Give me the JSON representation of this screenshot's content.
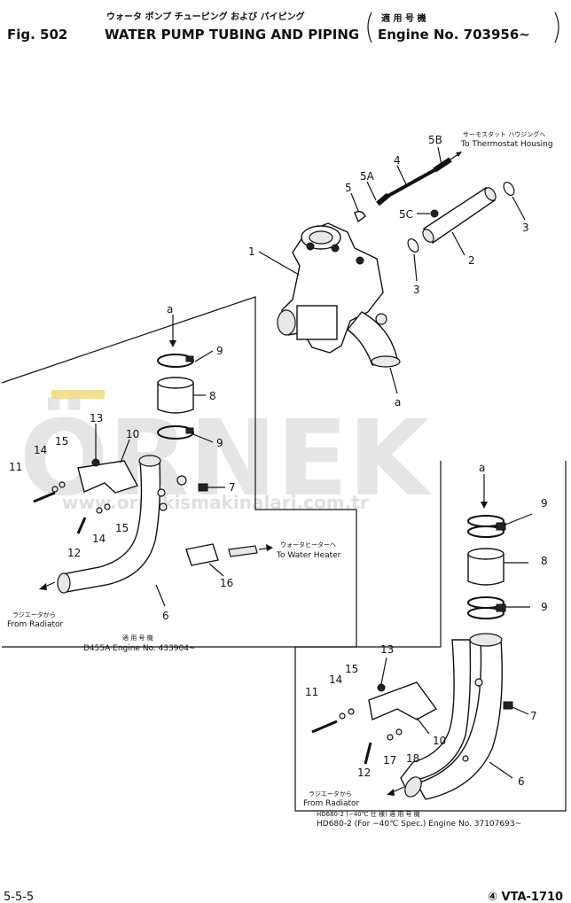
{
  "header": {
    "jp_title": "ウォータ ポンプ チューピング および パイピング",
    "fig_no": "Fig. 502",
    "title": "WATER PUMP TUBING AND PIPING",
    "applicable_jp": "適 用 号 機",
    "engine_label": "Engine No. 703956~"
  },
  "watermark": {
    "text": "ÖRNEK",
    "url": "www.ornekismakinalari.com.tr"
  },
  "top_assembly": {
    "thermostat_jp": "サーモスタット ハウジングへ",
    "thermostat": "To Thermostat Housing",
    "labels": {
      "p1": "1",
      "p2": "2",
      "p3a": "3",
      "p3b": "3",
      "p4": "4",
      "p5": "5",
      "p5a": "5A",
      "p5b": "5B",
      "p5c": "5C",
      "a": "a"
    }
  },
  "left_assembly": {
    "heater_jp": "ウォータヒーターへ",
    "heater": "To Water Heater",
    "radiator_jp": "ラジエータから",
    "radiator": "From Radiator",
    "applicable_jp": "適 用 号 機",
    "engine": "D455A   Engine No. 433904~",
    "labels": {
      "a": "a",
      "p6": "6",
      "p7": "7",
      "p8": "8",
      "p9a": "9",
      "p9b": "9",
      "p10": "10",
      "p11": "11",
      "p12": "12",
      "p13": "13",
      "p14a": "14",
      "p14b": "14",
      "p15a": "15",
      "p15b": "15",
      "p16": "16"
    }
  },
  "right_assembly": {
    "radiator_jp": "ラジエータから",
    "radiator": "From Radiator",
    "spec_jp": "HD680-2   (−40℃ 仕 様)      適 用 号 機",
    "engine": "HD680-2 (For −40℃ Spec.) Engine No. 37107693~",
    "labels": {
      "a": "a",
      "p6": "6",
      "p7": "7",
      "p8": "8",
      "p9a": "9",
      "p9b": "9",
      "p10": "10",
      "p11": "11",
      "p12": "12",
      "p13": "13",
      "p14": "14",
      "p15": "15",
      "p17": "17",
      "p18": "18"
    }
  },
  "footer": {
    "page": "5-5-5",
    "code": "④ VTA-1710"
  }
}
